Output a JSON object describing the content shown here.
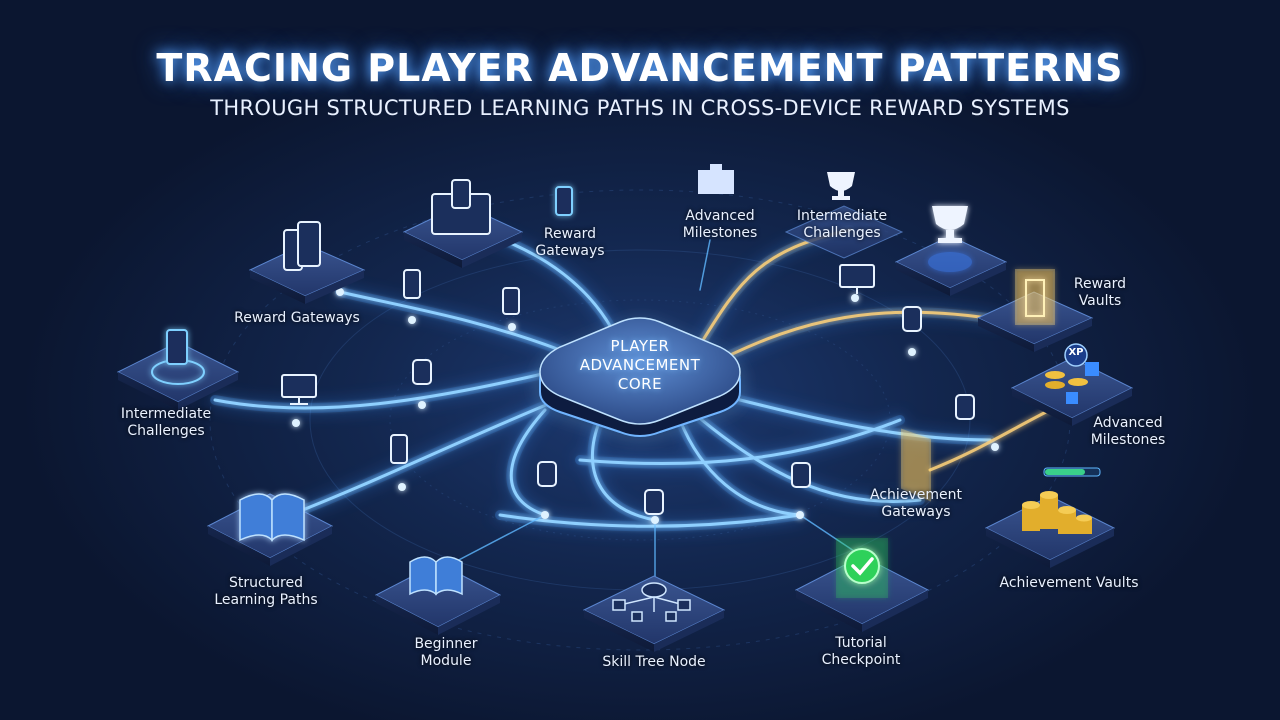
{
  "header": {
    "title": "TRACING PLAYER ADVANCEMENT PATTERNS",
    "subtitle": "THROUGH STRUCTURED LEARNING PATHS IN CROSS-DEVICE REWARD SYSTEMS"
  },
  "core": {
    "line1": "PLAYER",
    "line2": "ADVANCEMENT",
    "line3": "CORE"
  },
  "nodes": {
    "reward_gateways_top": {
      "line1": "Reward",
      "line2": "Gateways"
    },
    "advanced_milestones_top": {
      "line1": "Advanced",
      "line2": "Milestones"
    },
    "intermediate_challenges_top": {
      "line1": "Intermediate",
      "line2": "Challenges"
    },
    "reward_vaults": {
      "line1": "Reward",
      "line2": "Vaults"
    },
    "reward_gateways_left": {
      "line1": "Reward Gateways"
    },
    "intermediate_challenges_left": {
      "line1": "Intermediate",
      "line2": "Challenges"
    },
    "advanced_milestones_right": {
      "line1": "Advanced",
      "line2": "Milestones"
    },
    "achievement_gateways": {
      "line1": "Achievement",
      "line2": "Gateways"
    },
    "achievement_vaults": {
      "line1": "Achievement Vaults"
    },
    "structured_learning_paths": {
      "line1": "Structured",
      "line2": "Learning Paths"
    },
    "beginner_module": {
      "line1": "Beginner",
      "line2": "Module"
    },
    "skill_tree_node": {
      "line1": "Skill Tree Node"
    },
    "tutorial_checkpoint": {
      "line1": "Tutorial",
      "line2": "Checkpoint"
    }
  },
  "badges": {
    "xp": "XP"
  },
  "colors": {
    "background": "#0b1630",
    "path_glow": "#4ea3ff",
    "path_gold": "#ffd27a",
    "platform": "#2a3d6e",
    "accent_check": "#2fd15a"
  }
}
